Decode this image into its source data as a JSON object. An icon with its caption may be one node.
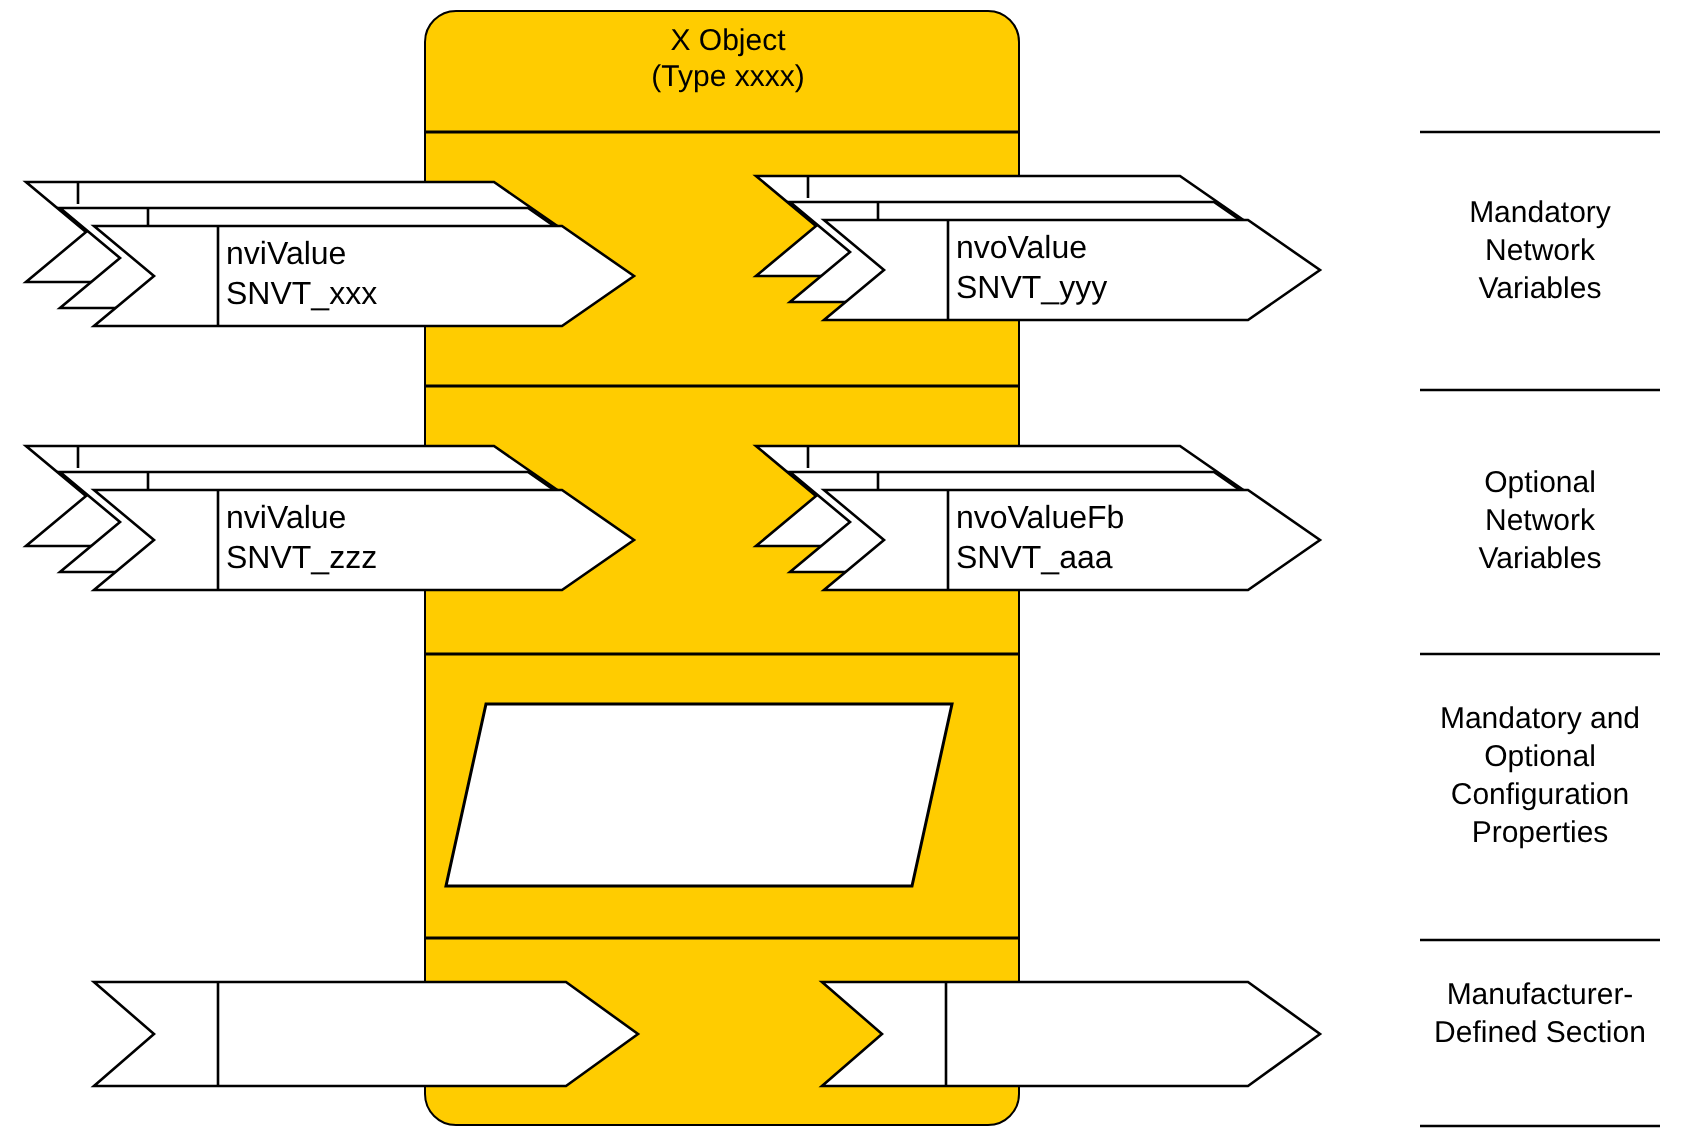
{
  "diagram": {
    "nodes": [
      {
        "text": [
          "X Object (Type xxxx)"
        ]
      },
      {
        "text": [
          "nviValue",
          "SNVT_xxx"
        ]
      },
      {
        "text": [
          "nvoValue",
          "SNVT_yyy"
        ]
      },
      {
        "text": [
          "nviValue",
          "SNVT_zzz"
        ]
      },
      {
        "text": [
          "nvoValueFb",
          "SNVT_aaa"
        ]
      },
      {
        "text": [],
        "shape": "parallelogram",
        "in": 0
      },
      {
        "text": [],
        "shape": "arrow"
      },
      {
        "text": [],
        "shape": "arrow"
      }
    ],
    "labels": [
      "Mandatory Network Variables",
      "Optional Network Variables",
      "Mandatory and Optional Configuration Properties",
      "Manufacturer-Defined Section"
    ]
  }
}
